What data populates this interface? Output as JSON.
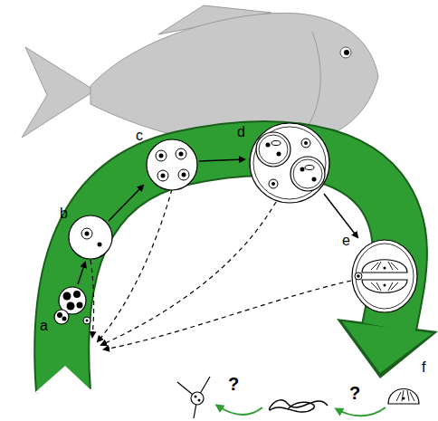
{
  "diagram": {
    "labels": [
      "a",
      "b",
      "c",
      "d",
      "e",
      "f",
      "?",
      "?"
    ]
  }
}
